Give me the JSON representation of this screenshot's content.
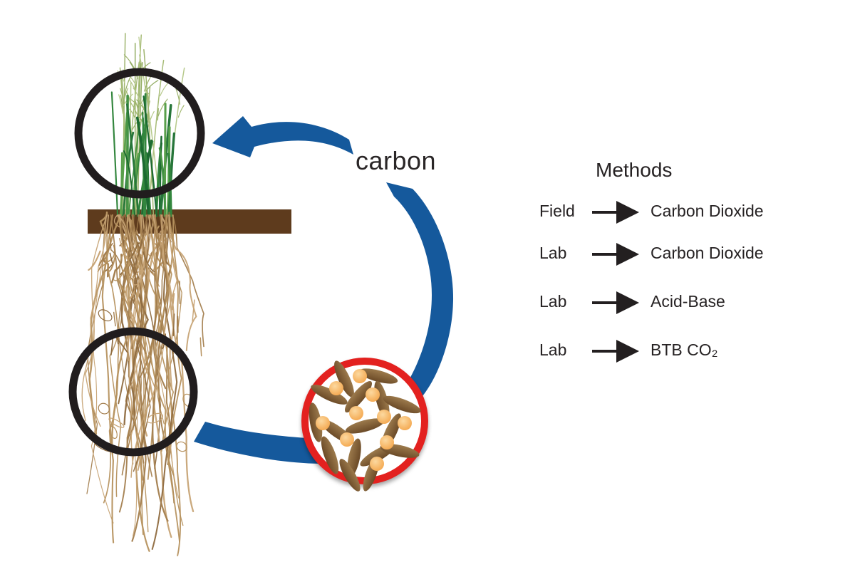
{
  "diagram": {
    "cycle_label": "carbon",
    "icons": {
      "plant": "grass-shoots-icon",
      "soil_surface": "soil-bar",
      "roots": "root-system-icon",
      "shoot_highlight": "shoot-circle-outline",
      "root_highlight": "root-circle-outline",
      "microbes": "soil-microbes-magnifier-circle",
      "flow_arrows": "blue-cycle-arrows"
    },
    "colors": {
      "arrow_blue": "#15599c",
      "highlight_black": "#211d1e",
      "microbe_ring_red": "#e3211f",
      "soil_brown": "#5e3b1d",
      "root_tan": "#b8946a",
      "grass_green": "#33863e",
      "grass_pale": "#a7bc77",
      "microbe_brown": "#7d5a34",
      "microbe_dot_orange": "#f5a64c",
      "text": "#262223"
    }
  },
  "methods": {
    "title": "Methods",
    "rows": [
      {
        "source": "Field",
        "measure": "Carbon Dioxide"
      },
      {
        "source": "Lab",
        "measure": "Carbon Dioxide"
      },
      {
        "source": "Lab",
        "measure": "Acid-Base"
      },
      {
        "source": "Lab",
        "measure": "BTB CO₂"
      }
    ]
  }
}
